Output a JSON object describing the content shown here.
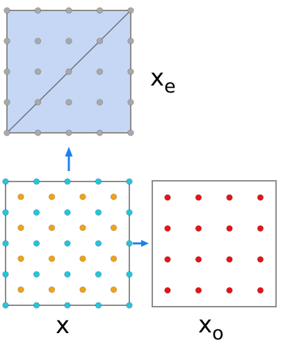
{
  "labels": {
    "x_even_main": "x",
    "x_even_sub": "e",
    "x_main": "x",
    "x_odd_main": "x",
    "x_odd_sub": "o"
  },
  "colors": {
    "even_panel_fill": "#c5d7f5",
    "panel_border": "#8a8a8a",
    "gray_dot": "#a9a9a9",
    "cyan_dot": "#27c4dd",
    "orange_dot": "#f1a219",
    "red_dot": "#e3151a",
    "arrow": "#1e7ef2"
  },
  "icons": {
    "up_arrow": "arrow-up-icon",
    "right_arrow": "arrow-right-icon"
  }
}
